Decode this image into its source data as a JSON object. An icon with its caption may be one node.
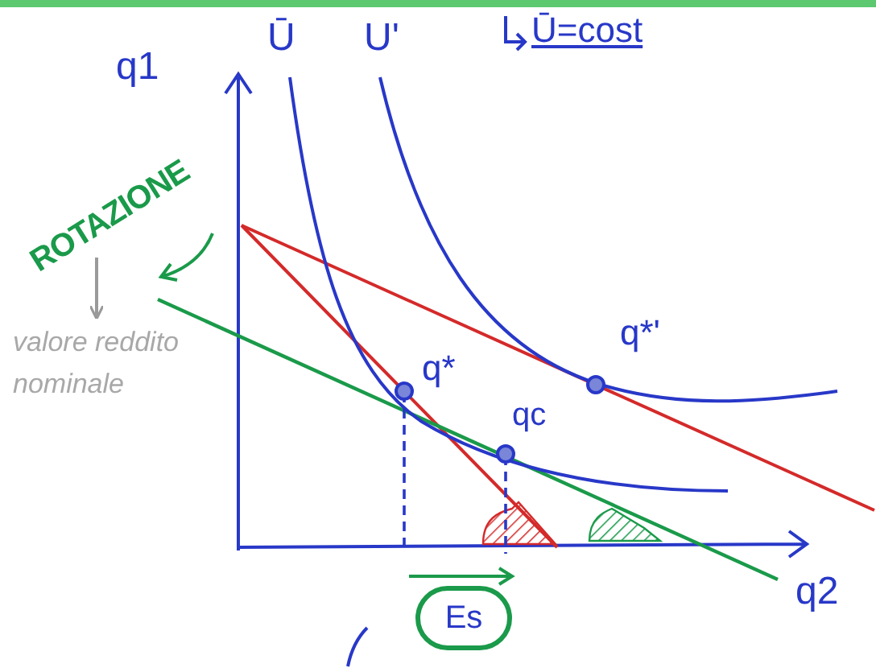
{
  "diagram": {
    "nodes": [
      {
        "text": [
          "ROTAZIONE"
        ]
      },
      {
        "text": [
          "valore reddito nominale"
        ]
      },
      {
        "text": [
          "Es"
        ]
      }
    ],
    "edges": [
      {
        "from": 0,
        "to": 1,
        "arrow": "to",
        "color": "#9a9a9a"
      }
    ],
    "labels": [
      "q1",
      "Ū",
      "U'",
      "Ū=cost",
      "q*",
      "qc",
      "q*'",
      "q2"
    ]
  }
}
